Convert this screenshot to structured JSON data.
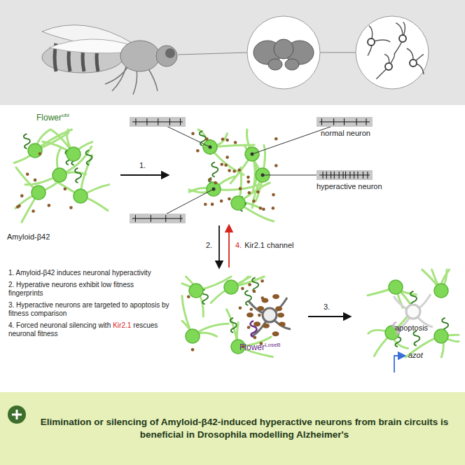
{
  "diagram": {
    "nodes": [
      {
        "text": [
          "Elimination or silencing of Amyloid-β42-induced hyperactive neurons from brain circuits is beneficial in Drosophila modelling Alzheimer's"
        ]
      }
    ],
    "labels": [
      "Flower",
      "ubi",
      "Amyloid-β42",
      "1.",
      "normal neuron",
      "hyperactive neuron",
      "2.",
      "4.",
      "Kir2.1 channel",
      "Flower",
      "LoseB",
      "3.",
      "apoptosis",
      "azot",
      "1. Amyloid-β42 induces neuronal hyperactivity",
      "2. Hyperative neurons exhibit low fitness fingerprints",
      "3. Hyperactive neurons are targeted to apoptosis by fitness comparison",
      "4. Forced neuronal silencing with",
      "Kir2.1",
      "rescues neuronal fitness"
    ]
  }
}
